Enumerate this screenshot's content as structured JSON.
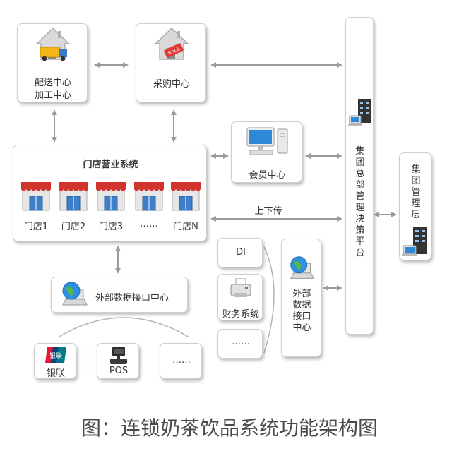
{
  "nodes": {
    "distribution": [
      "配送中心",
      "加工中心"
    ],
    "purchase": "采购中心",
    "store_system": "门店营业系统",
    "stores": [
      "门店1",
      "门店2",
      "门店3",
      "……",
      "门店N"
    ],
    "member": "会员中心",
    "upload_label": "上下传",
    "hq_platform": [
      "集",
      "团",
      "总",
      "部",
      "管",
      "理",
      "决",
      "策",
      "平",
      "台"
    ],
    "mgmt_layer": [
      "集",
      "团",
      "管",
      "理",
      "层"
    ],
    "ext_interface_center": "外部数据接口中心",
    "di": "DI",
    "finance": "财务系统",
    "ext_more": "……",
    "ext_interface_vertical": [
      "外部",
      "数据",
      "接口",
      "中心"
    ],
    "unionpay": "银联",
    "unionpay_logo": "银联",
    "pos": "POS",
    "bottom_more": "……"
  },
  "caption": "图：连锁奶茶饮品系统功能架构图",
  "colors": {
    "line": "#9a9a9a",
    "box_border": "#cfcfcf",
    "store_red": "#d0342c"
  }
}
